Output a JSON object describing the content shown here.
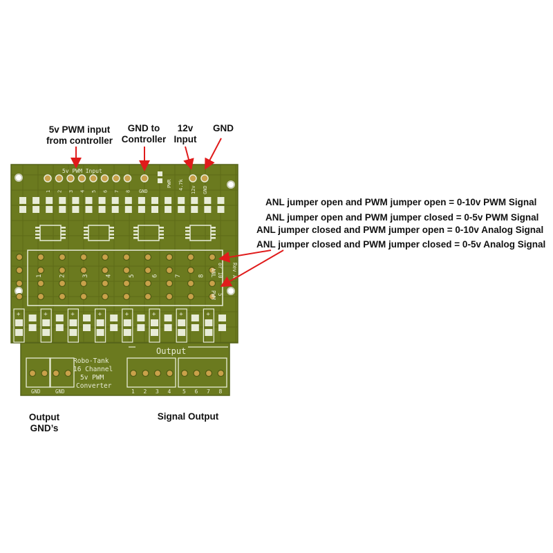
{
  "callouts": {
    "pwm_input": [
      "5v PWM input",
      "from controller"
    ],
    "gnd_to_controller": [
      "GND to",
      "Controller"
    ],
    "input_12v": [
      "12v",
      "Input"
    ],
    "gnd": "GND",
    "output_gnds": [
      "Output",
      "GND’s"
    ],
    "signal_output": "Signal Output"
  },
  "jumper_legend": [
    "ANL jumper open and PWM jumper open = 0-10v PWM Signal",
    "ANL jumper open and PWM jumper closed = 0-5v PWM Signal",
    "ANL jumper closed and PWM jumper open = 0-10v Analog Signal",
    "ANL jumper closed and PWM jumper closed = 0-5v Analog Signal"
  ],
  "board": {
    "silk_input_header": "5v PWM Input",
    "input_pin_numbers": [
      "1",
      "2",
      "3",
      "4",
      "5",
      "6",
      "7",
      "8"
    ],
    "silk_gnd_pin": "GND",
    "silk_pwr": "PWR",
    "silk_resistor": "4.7k",
    "silk_12v": "12v",
    "silk_gnd_right": "GND",
    "silk_anl": "ANL",
    "silk_or10": "or 10",
    "silk_pwm": "PWM",
    "silk_5": "5",
    "silk_rev": "Rev A",
    "jumper_numbers": [
      "1",
      "2",
      "3",
      "4",
      "5",
      "6",
      "7",
      "8"
    ],
    "plus_sign": "+",
    "silk_output": "Output",
    "branding": [
      "Robo-Tank",
      "16 Channel",
      "5v PWM",
      "Converter"
    ],
    "gnd_terminals": [
      "GND",
      "GND"
    ],
    "output_numbers": [
      "1",
      "2",
      "3",
      "4",
      "5",
      "6",
      "7",
      "8"
    ]
  },
  "colors": {
    "board_green": "#6b7a1f",
    "board_dark": "#4f5b12",
    "silkscreen": "#e8ecd8",
    "arrow_red": "#e01b1b",
    "pad_gold": "#c9a14a"
  }
}
